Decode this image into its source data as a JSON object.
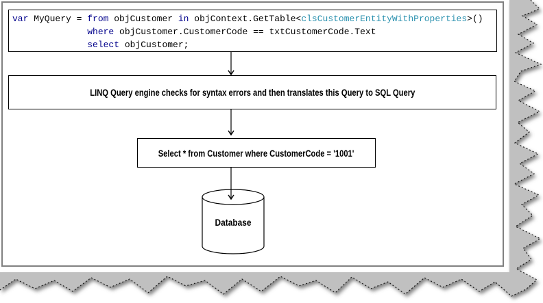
{
  "colors": {
    "keyword": "#00008B",
    "type": "#2B91AF",
    "code_text": "#000000",
    "box_border": "#000000",
    "page_border": "#808080",
    "page_bg": "#FFFFFF",
    "torn_band": "#C0C0C0",
    "tear_stroke": "#1A1A1A",
    "diagram_stroke": "#000000",
    "label_text": "#000000"
  },
  "code_box": {
    "lines": [
      [
        {
          "t": "var",
          "c": "keyword"
        },
        {
          "t": " MyQuery = ",
          "c": "plain"
        },
        {
          "t": "from",
          "c": "keyword"
        },
        {
          "t": " objCustomer ",
          "c": "plain"
        },
        {
          "t": "in",
          "c": "keyword"
        },
        {
          "t": " objContext.GetTable<",
          "c": "plain"
        },
        {
          "t": "clsCustomerEntityWithProperties",
          "c": "type"
        },
        {
          "t": ">()",
          "c": "plain"
        }
      ],
      [
        {
          "t": "              ",
          "c": "plain"
        },
        {
          "t": "where",
          "c": "keyword"
        },
        {
          "t": " objCustomer.CustomerCode == txtCustomerCode.Text",
          "c": "plain"
        }
      ],
      [
        {
          "t": "              ",
          "c": "plain"
        },
        {
          "t": "select",
          "c": "keyword"
        },
        {
          "t": " objCustomer;",
          "c": "plain"
        }
      ]
    ]
  },
  "flow": {
    "engine_box_label": "LINQ Query engine checks for syntax errors and then translates this Query to SQL Query",
    "sql_box_label": "Select * from Customer where CustomerCode = '1001'",
    "database_label": "Database"
  }
}
